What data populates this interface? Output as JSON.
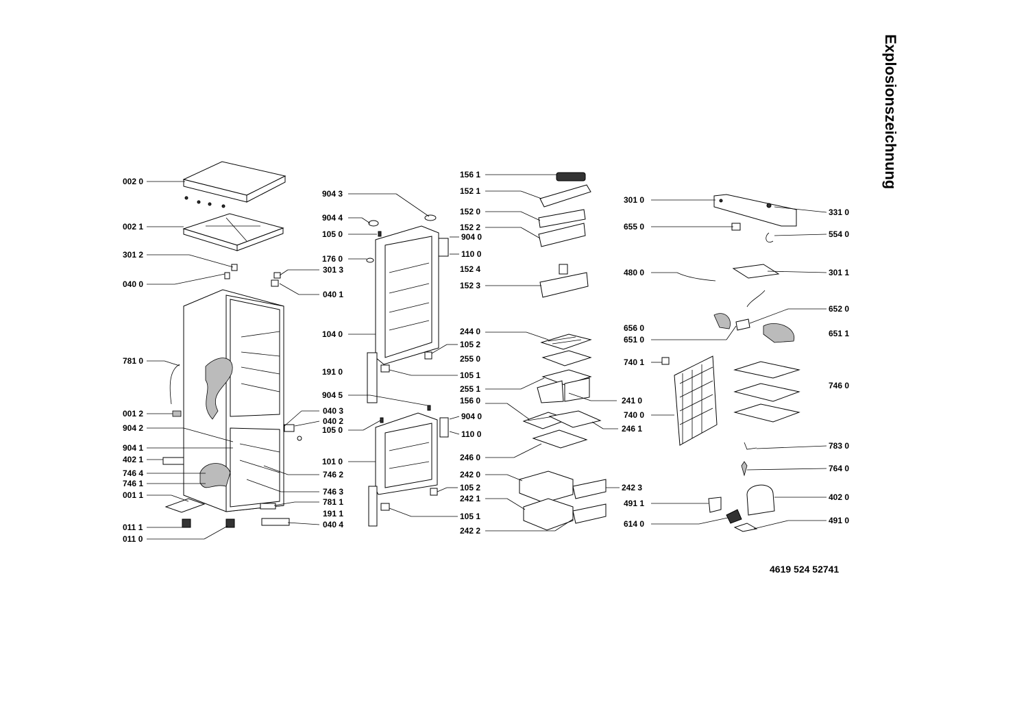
{
  "title": "Explosionszeichnung",
  "document_number": "4619 524 52741",
  "labels": {
    "l0020": "002 0",
    "l0021": "002 1",
    "l3012": "301 2",
    "l0400": "040 0",
    "l7810": "781 0",
    "l0012": "001 2",
    "l9042": "904 2",
    "l9041": "904 1",
    "l4021": "402 1",
    "l7464": "746 4",
    "l7461": "746 1",
    "l0011": "001 1",
    "l0111": "011 1",
    "l0110": "011 0",
    "l3013": "301 3",
    "l0401": "040 1",
    "l0403": "040 3",
    "l0402": "040 2",
    "l7462": "746 2",
    "l7463": "746 3",
    "l7811": "781 1",
    "l1911": "191 1",
    "l0404": "040 4",
    "l9043": "904 3",
    "l9044": "904 4",
    "l1050a": "105 0",
    "l1760": "176 0",
    "l1040": "104 0",
    "l1910": "191 0",
    "l9045": "904 5",
    "l1050b": "105 0",
    "l1010": "101 0",
    "l9040a": "904 0",
    "l1100a": "110 0",
    "l1052a": "105 2",
    "l2550": "255 0",
    "l1051a": "105 1",
    "l9040b": "904 0",
    "l1100b": "110 0",
    "l1052b": "105 2",
    "l1051b": "105 1",
    "l1561": "156 1",
    "l1521": "152 1",
    "l1520": "152 0",
    "l1522": "152 2",
    "l1524": "152 4",
    "l1523": "152 3",
    "l2440": "244 0",
    "l2551": "255 1",
    "l1560": "156 0",
    "l2460": "246 0",
    "l2420": "242 0",
    "l2421": "242 1",
    "l2422": "242 2",
    "l2410": "241 0",
    "l2461": "246 1",
    "l2423": "242 3",
    "l3010": "301 0",
    "l6550": "655 0",
    "l4800": "480 0",
    "l6560": "656 0",
    "l6510": "651 0",
    "l7401": "740 1",
    "l7400": "740 0",
    "l4911": "491 1",
    "l6140": "614 0",
    "l3310": "331 0",
    "l5540": "554 0",
    "l3011": "301 1",
    "l6520": "652 0",
    "l6511": "651 1",
    "l7460": "746 0",
    "l7830": "783 0",
    "l7640": "764 0",
    "l4020": "402 0",
    "l4910": "491 0"
  }
}
